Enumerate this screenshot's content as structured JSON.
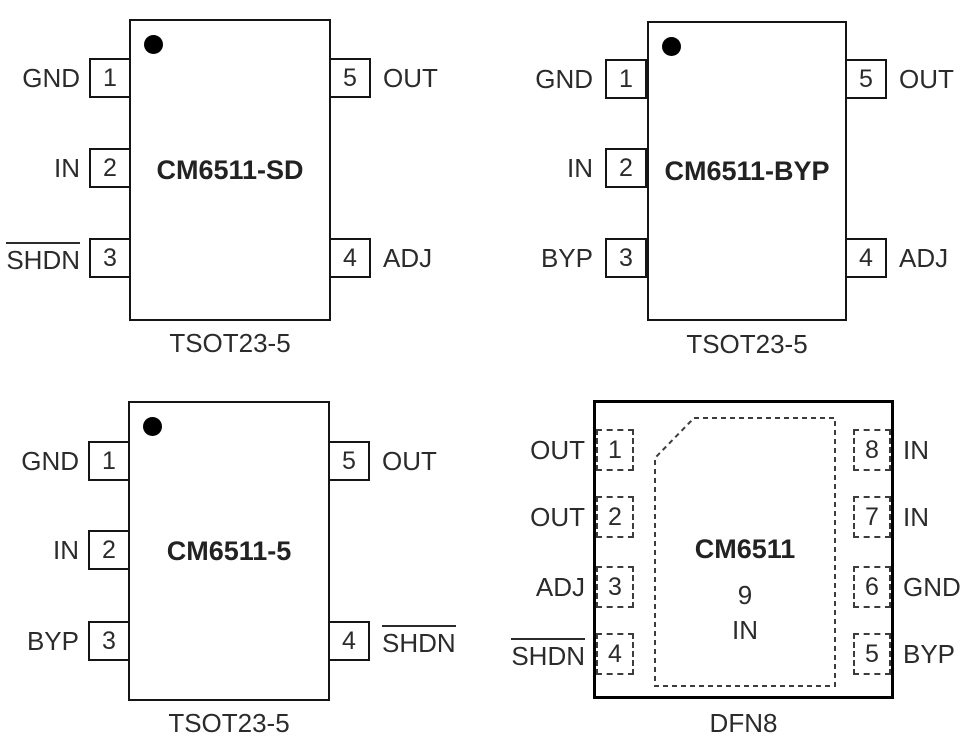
{
  "figure": {
    "description_labels": []
  },
  "colors": {
    "line": "#151515",
    "text": "#2b2b2b",
    "dot": "#000000"
  },
  "packages": [
    {
      "name": "CM6511-SD",
      "package_type": "TSOT23-5",
      "left_pins": [
        {
          "num": "1",
          "label": "GND"
        },
        {
          "num": "2",
          "label": "IN"
        },
        {
          "num": "3",
          "label": "SHDN",
          "overline": true
        }
      ],
      "right_pins": [
        {
          "num": "5",
          "label": "OUT"
        },
        {
          "num": "4",
          "label": "ADJ"
        }
      ]
    },
    {
      "name": "CM6511-BYP",
      "package_type": "TSOT23-5",
      "left_pins": [
        {
          "num": "1",
          "label": "GND"
        },
        {
          "num": "2",
          "label": "IN"
        },
        {
          "num": "3",
          "label": "BYP"
        }
      ],
      "right_pins": [
        {
          "num": "5",
          "label": "OUT"
        },
        {
          "num": "4",
          "label": "ADJ"
        }
      ]
    },
    {
      "name": "CM6511-5",
      "package_type": "TSOT23-5",
      "left_pins": [
        {
          "num": "1",
          "label": "GND"
        },
        {
          "num": "2",
          "label": "IN"
        },
        {
          "num": "3",
          "label": "BYP"
        }
      ],
      "right_pins": [
        {
          "num": "5",
          "label": "OUT"
        },
        {
          "num": "4",
          "label": "SHDN",
          "overline": true
        }
      ]
    },
    {
      "name": "CM6511",
      "package_type": "DFN8",
      "left_pins": [
        {
          "num": "1",
          "label": "OUT"
        },
        {
          "num": "2",
          "label": "OUT"
        },
        {
          "num": "3",
          "label": "ADJ"
        },
        {
          "num": "4",
          "label": "SHDN",
          "overline": true
        }
      ],
      "right_pins": [
        {
          "num": "8",
          "label": "IN"
        },
        {
          "num": "7",
          "label": "IN"
        },
        {
          "num": "6",
          "label": "GND"
        },
        {
          "num": "5",
          "label": "BYP"
        }
      ],
      "pad": {
        "num": "9",
        "label": "IN"
      }
    }
  ]
}
